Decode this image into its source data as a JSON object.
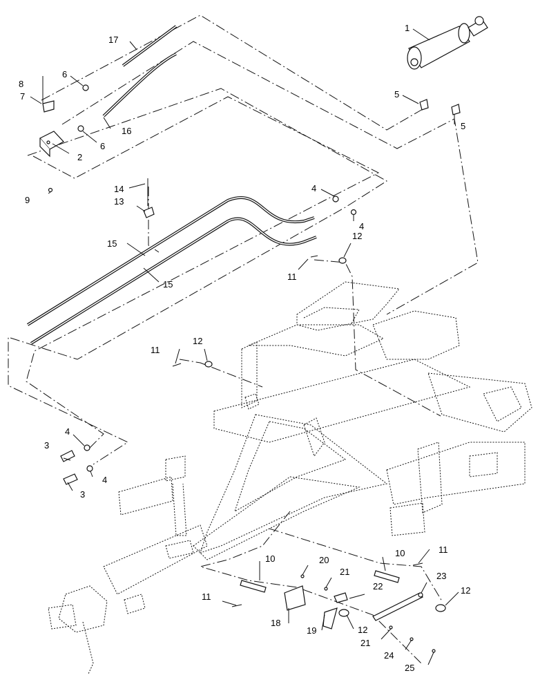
{
  "callouts": [
    {
      "id": "c1",
      "text": "1"
    },
    {
      "id": "c2",
      "text": "2"
    },
    {
      "id": "c3a",
      "text": "3"
    },
    {
      "id": "c3b",
      "text": "3"
    },
    {
      "id": "c4a",
      "text": "4"
    },
    {
      "id": "c4b",
      "text": "4"
    },
    {
      "id": "c4c",
      "text": "4"
    },
    {
      "id": "c4d",
      "text": "4"
    },
    {
      "id": "c5a",
      "text": "5"
    },
    {
      "id": "c5b",
      "text": "5"
    },
    {
      "id": "c6a",
      "text": "6"
    },
    {
      "id": "c6b",
      "text": "6"
    },
    {
      "id": "c7",
      "text": "7"
    },
    {
      "id": "c8",
      "text": "8"
    },
    {
      "id": "c9",
      "text": "9"
    },
    {
      "id": "c10a",
      "text": "10"
    },
    {
      "id": "c10b",
      "text": "10"
    },
    {
      "id": "c11a",
      "text": "11"
    },
    {
      "id": "c11b",
      "text": "11"
    },
    {
      "id": "c11c",
      "text": "11"
    },
    {
      "id": "c11d",
      "text": "11"
    },
    {
      "id": "c12a",
      "text": "12"
    },
    {
      "id": "c12b",
      "text": "12"
    },
    {
      "id": "c12c",
      "text": "12"
    },
    {
      "id": "c12d",
      "text": "12"
    },
    {
      "id": "c13",
      "text": "13"
    },
    {
      "id": "c14",
      "text": "14"
    },
    {
      "id": "c15a",
      "text": "15"
    },
    {
      "id": "c15b",
      "text": "15"
    },
    {
      "id": "c16",
      "text": "16"
    },
    {
      "id": "c17",
      "text": "17"
    },
    {
      "id": "c18",
      "text": "18"
    },
    {
      "id": "c19",
      "text": "19"
    },
    {
      "id": "c20",
      "text": "20"
    },
    {
      "id": "c21a",
      "text": "21"
    },
    {
      "id": "c21b",
      "text": "21"
    },
    {
      "id": "c22",
      "text": "22"
    },
    {
      "id": "c23",
      "text": "23"
    },
    {
      "id": "c24",
      "text": "24"
    },
    {
      "id": "c25",
      "text": "25"
    }
  ]
}
